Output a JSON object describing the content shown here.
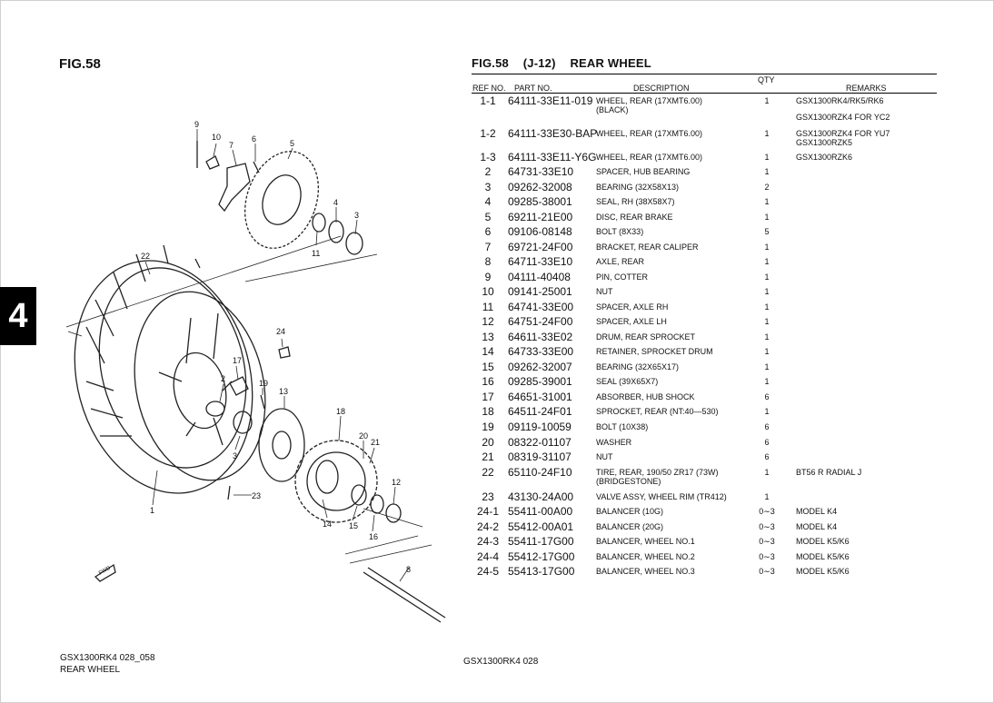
{
  "page": {
    "fig_label": "FIG.58",
    "section_tab": "4",
    "footer_left_line1": "GSX1300RK4 028_058",
    "footer_left_line2": "REAR WHEEL",
    "footer_center": "GSX1300RK4 028"
  },
  "table": {
    "fig": "FIG.58",
    "code": "(J-12)",
    "title": "REAR WHEEL",
    "headers": {
      "ref": "REF NO.",
      "part": "PART NO.",
      "desc": "DESCRIPTION",
      "qty": "QTY",
      "remarks": "REMARKS"
    },
    "rows": [
      {
        "ref": "1-1",
        "part": "64111-33E11-019",
        "desc": "WHEEL, REAR (17XMT6.00)",
        "desc2": "(BLACK)",
        "qty": "1",
        "rem": "GSX1300RK4/RK5/RK6",
        "rem2": "",
        "extra_rem": "GSX1300RZK4 FOR YC2"
      },
      {
        "ref": "1-2",
        "part": "64111-33E30-BAP",
        "desc": "WHEEL, REAR (17XMT6.00)",
        "desc2": "",
        "qty": "1",
        "rem": "GSX1300RZK4 FOR YU7",
        "rem2": "GSX1300RZK5",
        "extra_rem": ""
      },
      {
        "ref": "1-3",
        "part": "64111-33E11-Y6G",
        "desc": "WHEEL, REAR (17XMT6.00)",
        "desc2": "",
        "qty": "1",
        "rem": "GSX1300RZK6",
        "rem2": "",
        "extra_rem": ""
      },
      {
        "ref": "2",
        "part": "64731-33E10",
        "desc": "SPACER, HUB BEARING",
        "desc2": "",
        "qty": "1",
        "rem": "",
        "rem2": "",
        "extra_rem": ""
      },
      {
        "ref": "3",
        "part": "09262-32008",
        "desc": "BEARING (32X58X13)",
        "desc2": "",
        "qty": "2",
        "rem": "",
        "rem2": "",
        "extra_rem": ""
      },
      {
        "ref": "4",
        "part": "09285-38001",
        "desc": "SEAL, RH (38X58X7)",
        "desc2": "",
        "qty": "1",
        "rem": "",
        "rem2": "",
        "extra_rem": ""
      },
      {
        "ref": "5",
        "part": "69211-21E00",
        "desc": "DISC, REAR BRAKE",
        "desc2": "",
        "qty": "1",
        "rem": "",
        "rem2": "",
        "extra_rem": ""
      },
      {
        "ref": "6",
        "part": "09106-08148",
        "desc": "BOLT (8X33)",
        "desc2": "",
        "qty": "5",
        "rem": "",
        "rem2": "",
        "extra_rem": ""
      },
      {
        "ref": "7",
        "part": "69721-24F00",
        "desc": "BRACKET, REAR CALIPER",
        "desc2": "",
        "qty": "1",
        "rem": "",
        "rem2": "",
        "extra_rem": ""
      },
      {
        "ref": "8",
        "part": "64711-33E10",
        "desc": "AXLE, REAR",
        "desc2": "",
        "qty": "1",
        "rem": "",
        "rem2": "",
        "extra_rem": ""
      },
      {
        "ref": "9",
        "part": "04111-40408",
        "desc": "PIN, COTTER",
        "desc2": "",
        "qty": "1",
        "rem": "",
        "rem2": "",
        "extra_rem": ""
      },
      {
        "ref": "10",
        "part": "09141-25001",
        "desc": "NUT",
        "desc2": "",
        "qty": "1",
        "rem": "",
        "rem2": "",
        "extra_rem": ""
      },
      {
        "ref": "11",
        "part": "64741-33E00",
        "desc": "SPACER, AXLE RH",
        "desc2": "",
        "qty": "1",
        "rem": "",
        "rem2": "",
        "extra_rem": ""
      },
      {
        "ref": "12",
        "part": "64751-24F00",
        "desc": "SPACER, AXLE LH",
        "desc2": "",
        "qty": "1",
        "rem": "",
        "rem2": "",
        "extra_rem": ""
      },
      {
        "ref": "13",
        "part": "64611-33E02",
        "desc": "DRUM, REAR SPROCKET",
        "desc2": "",
        "qty": "1",
        "rem": "",
        "rem2": "",
        "extra_rem": ""
      },
      {
        "ref": "14",
        "part": "64733-33E00",
        "desc": "RETAINER, SPROCKET DRUM",
        "desc2": "",
        "qty": "1",
        "rem": "",
        "rem2": "",
        "extra_rem": ""
      },
      {
        "ref": "15",
        "part": "09262-32007",
        "desc": "BEARING (32X65X17)",
        "desc2": "",
        "qty": "1",
        "rem": "",
        "rem2": "",
        "extra_rem": ""
      },
      {
        "ref": "16",
        "part": "09285-39001",
        "desc": "SEAL (39X65X7)",
        "desc2": "",
        "qty": "1",
        "rem": "",
        "rem2": "",
        "extra_rem": ""
      },
      {
        "ref": "17",
        "part": "64651-31001",
        "desc": "ABSORBER, HUB SHOCK",
        "desc2": "",
        "qty": "6",
        "rem": "",
        "rem2": "",
        "extra_rem": ""
      },
      {
        "ref": "18",
        "part": "64511-24F01",
        "desc": "SPROCKET, REAR (NT:40—530)",
        "desc2": "",
        "qty": "1",
        "rem": "",
        "rem2": "",
        "extra_rem": ""
      },
      {
        "ref": "19",
        "part": "09119-10059",
        "desc": "BOLT (10X38)",
        "desc2": "",
        "qty": "6",
        "rem": "",
        "rem2": "",
        "extra_rem": ""
      },
      {
        "ref": "20",
        "part": "08322-01107",
        "desc": "WASHER",
        "desc2": "",
        "qty": "6",
        "rem": "",
        "rem2": "",
        "extra_rem": ""
      },
      {
        "ref": "21",
        "part": "08319-31107",
        "desc": "NUT",
        "desc2": "",
        "qty": "6",
        "rem": "",
        "rem2": "",
        "extra_rem": ""
      },
      {
        "ref": "22",
        "part": "65110-24F10",
        "desc": "TIRE, REAR, 190/50 ZR17 (73W)",
        "desc2": "(BRIDGESTONE)",
        "qty": "1",
        "rem": "BT56 R RADIAL J",
        "rem2": "",
        "extra_rem": ""
      },
      {
        "ref": "23",
        "part": "43130-24A00",
        "desc": "VALVE ASSY, WHEEL RIM (TR412)",
        "desc2": "",
        "qty": "1",
        "rem": "",
        "rem2": "",
        "extra_rem": ""
      },
      {
        "ref": "24-1",
        "part": "55411-00A00",
        "desc": "BALANCER (10G)",
        "desc2": "",
        "qty": "0∼3",
        "rem": "MODEL K4",
        "rem2": "",
        "extra_rem": ""
      },
      {
        "ref": "24-2",
        "part": "55412-00A01",
        "desc": "BALANCER (20G)",
        "desc2": "",
        "qty": "0∼3",
        "rem": "MODEL K4",
        "rem2": "",
        "extra_rem": ""
      },
      {
        "ref": "24-3",
        "part": "55411-17G00",
        "desc": "BALANCER, WHEEL NO.1",
        "desc2": "",
        "qty": "0∼3",
        "rem": "MODEL K5/K6",
        "rem2": "",
        "extra_rem": ""
      },
      {
        "ref": "24-4",
        "part": "55412-17G00",
        "desc": "BALANCER, WHEEL NO.2",
        "desc2": "",
        "qty": "0∼3",
        "rem": "MODEL K5/K6",
        "rem2": "",
        "extra_rem": ""
      },
      {
        "ref": "24-5",
        "part": "55413-17G00",
        "desc": "BALANCER, WHEEL NO.3",
        "desc2": "",
        "qty": "0∼3",
        "rem": "MODEL K5/K6",
        "rem2": "",
        "extra_rem": ""
      }
    ]
  },
  "diagram": {
    "callouts": [
      "9",
      "10",
      "7",
      "6",
      "5",
      "4",
      "3",
      "11",
      "22",
      "24",
      "2",
      "17",
      "19",
      "13",
      "18",
      "20",
      "21",
      "12",
      "3",
      "23",
      "14",
      "15",
      "16",
      "8",
      "1"
    ],
    "fwd_label": "FWD"
  }
}
